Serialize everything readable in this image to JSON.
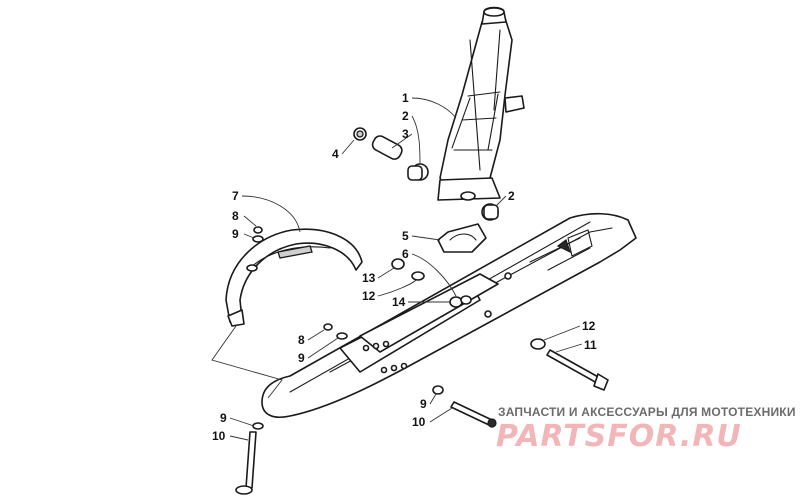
{
  "callouts": [
    {
      "label": "1"
    },
    {
      "label": "2"
    },
    {
      "label": "3"
    },
    {
      "label": "4"
    },
    {
      "label": "2"
    },
    {
      "label": "5"
    },
    {
      "label": "6"
    },
    {
      "label": "7"
    },
    {
      "label": "8"
    },
    {
      "label": "9"
    },
    {
      "label": "13"
    },
    {
      "label": "12"
    },
    {
      "label": "14"
    },
    {
      "label": "12"
    },
    {
      "label": "11"
    },
    {
      "label": "8"
    },
    {
      "label": "9"
    },
    {
      "label": "9"
    },
    {
      "label": "10"
    },
    {
      "label": "9"
    },
    {
      "label": "10"
    }
  ],
  "watermark": {
    "tagline": "ЗАПЧАСТИ И АКСЕССУАРЫ ДЛЯ МОТОТЕХНИКИ",
    "logo": "PARTSFOR.RU"
  },
  "colors": {
    "line": "#1a1a1a",
    "watermark_logo": "#f3b6b8",
    "watermark_text": "#6b6b6b"
  }
}
